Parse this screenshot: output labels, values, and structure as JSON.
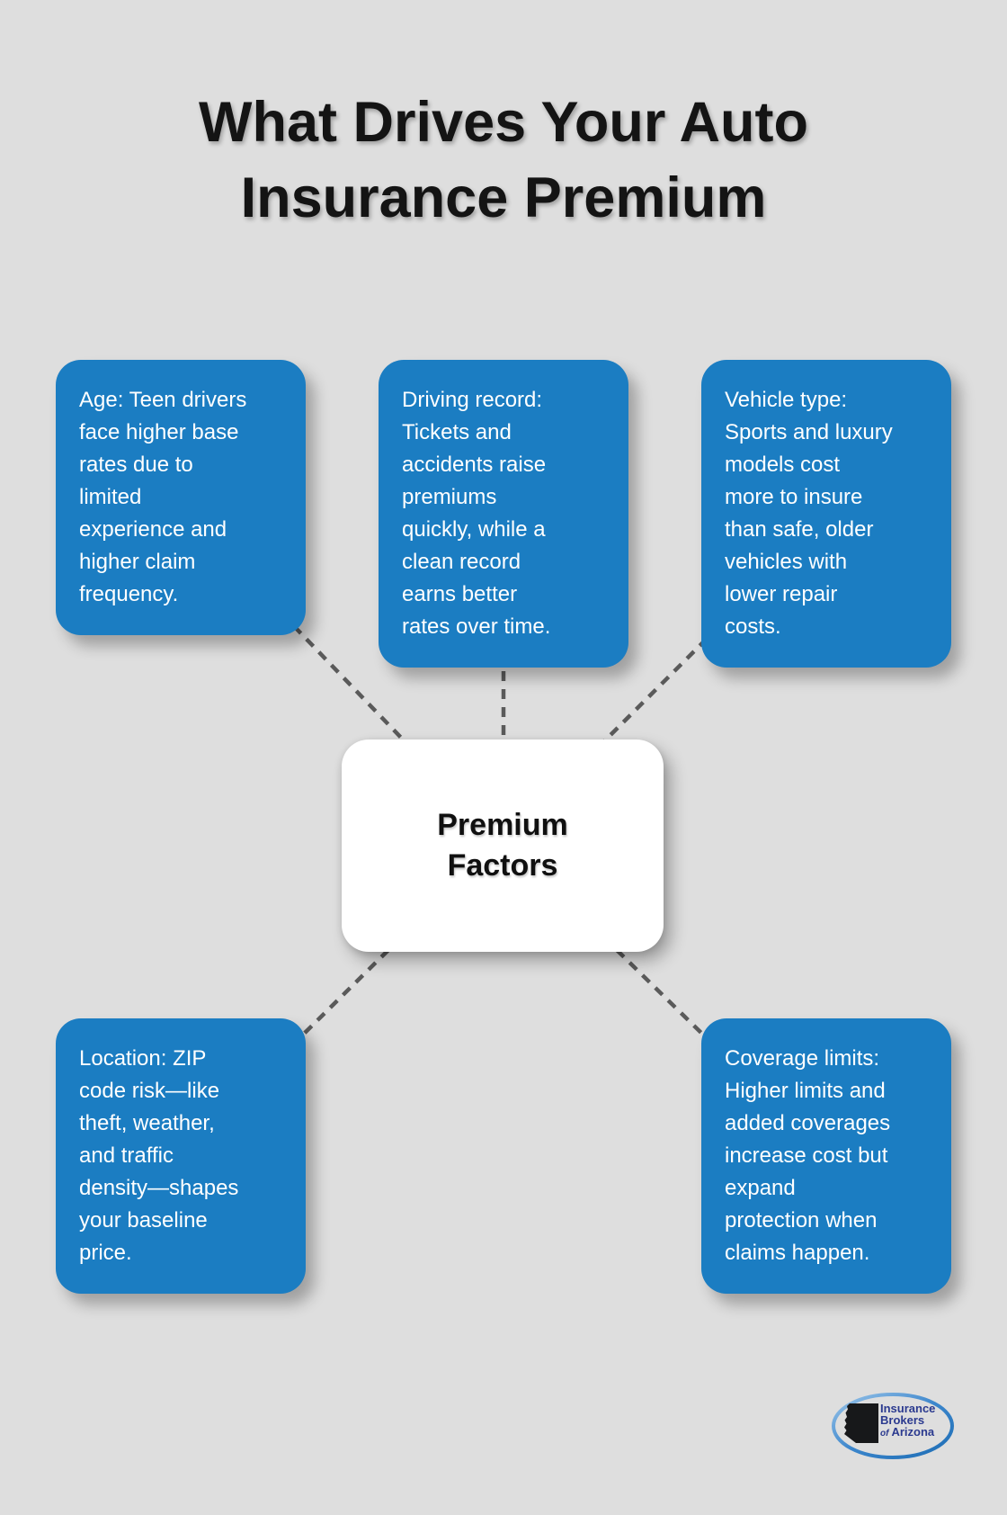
{
  "title": {
    "line1": "What Drives Your Auto",
    "line2": "Insurance Premium"
  },
  "center": {
    "label": "Premium\nFactors"
  },
  "factors": [
    {
      "id": "age",
      "text": "Age: Teen drivers\nface higher base\nrates due to\nlimited\nexperience and\nhigher claim\nfrequency."
    },
    {
      "id": "driving-record",
      "text": "Driving record:\nTickets and\naccidents raise\npremiums\nquickly, while a\nclean record\nearns better\nrates over time."
    },
    {
      "id": "vehicle-type",
      "text": "Vehicle type:\nSports and luxury\nmodels cost\nmore to insure\nthan safe, older\nvehicles with\nlower repair\ncosts."
    },
    {
      "id": "location",
      "text": "Location: ZIP\ncode risk—like\ntheft, weather,\nand traffic\ndensity—shapes\nyour baseline\nprice."
    },
    {
      "id": "coverage-limits",
      "text": "Coverage limits:\nHigher limits and\nadded coverages\nincrease cost but\nexpand\nprotection when\nclaims happen."
    }
  ],
  "logo": {
    "line1": "Insurance",
    "line2": "Brokers",
    "line3_of": "of",
    "line3_rest": "Arizona"
  },
  "colors": {
    "background": "#dedede",
    "card_blue": "#1b7dc2",
    "card_text": "#ffffff",
    "connector_gray": "#5a5a5a",
    "title_black": "#141414",
    "logo_navy": "#2b3a8f",
    "logo_oval_blue": "#1d6db4"
  }
}
